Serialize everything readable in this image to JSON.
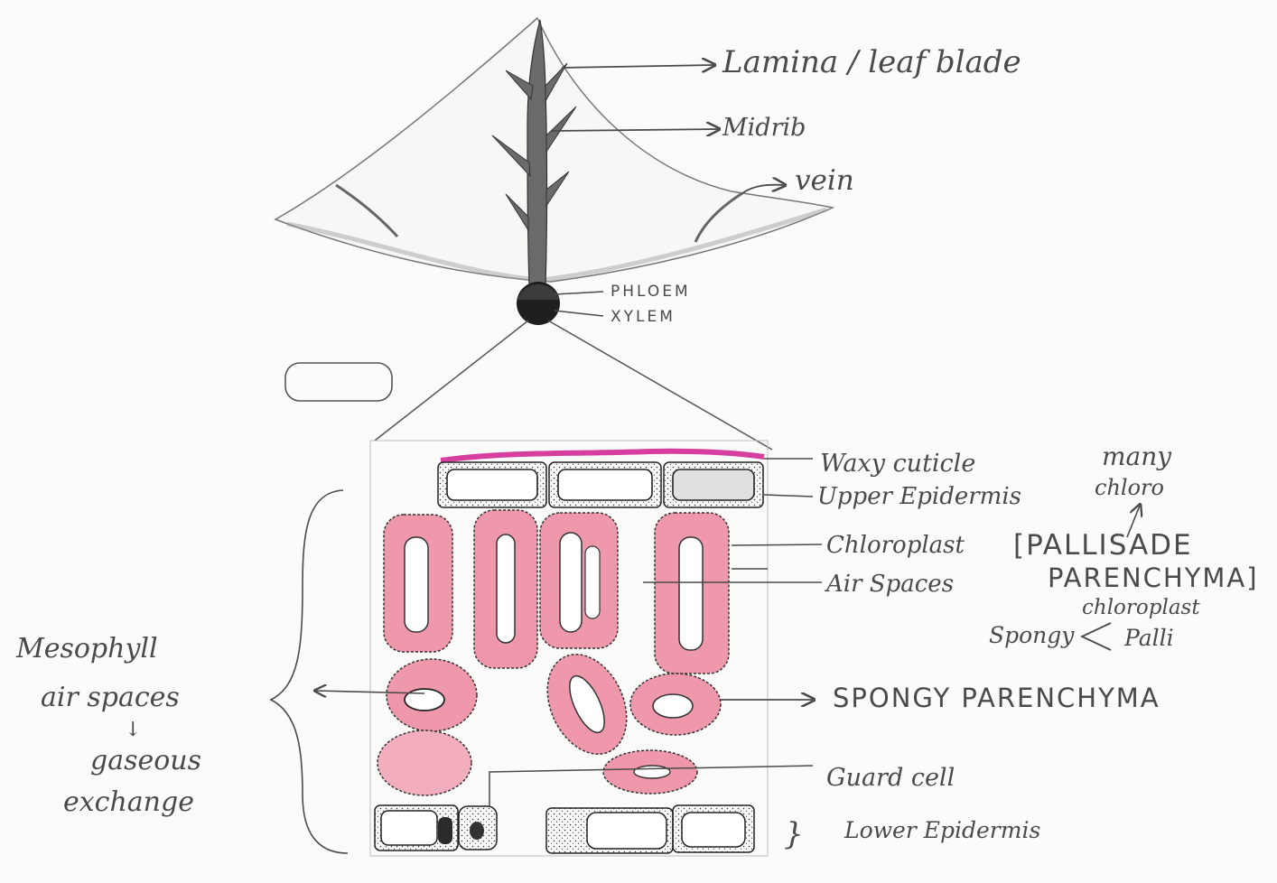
{
  "labels": {
    "lamina": "Lamina / leaf blade",
    "midrib": "Midrib",
    "vein": "vein",
    "phloem": "PHLOEM",
    "xylem": "XYLEM",
    "waxy_cuticle": "Waxy cuticle",
    "upper_epidermis": "Upper Epidermis",
    "many_chloro_line1": "many",
    "many_chloro_line2": "chloro",
    "chloroplast": "Chloroplast",
    "palisade_line1": "[PALLISADE",
    "palisade_line2": "PARENCHYMA]",
    "air_spaces": "Air Spaces",
    "chloroplast_note": "chloroplast",
    "spongy_note": "Spongy",
    "palli_note": "Palli",
    "spongy_parenchyma": "SPONGY PARENCHYMA",
    "guard_cell": "Guard cell",
    "lower_epidermis": "Lower Epidermis",
    "brace_symbol": "}",
    "mesophyll": "Mesophyll",
    "air_spaces_side": "air spaces",
    "down_arrow": "↓",
    "gaseous": "gaseous",
    "exchange": "exchange"
  },
  "colors": {
    "ink": "#4a4a4a",
    "pencil": "#555555",
    "pink": "#ee8fa6",
    "pink_light": "#f6c3cf",
    "magenta": "#d63fa0",
    "midrib_dark": "#585858",
    "paper": "#fbfbfa"
  }
}
